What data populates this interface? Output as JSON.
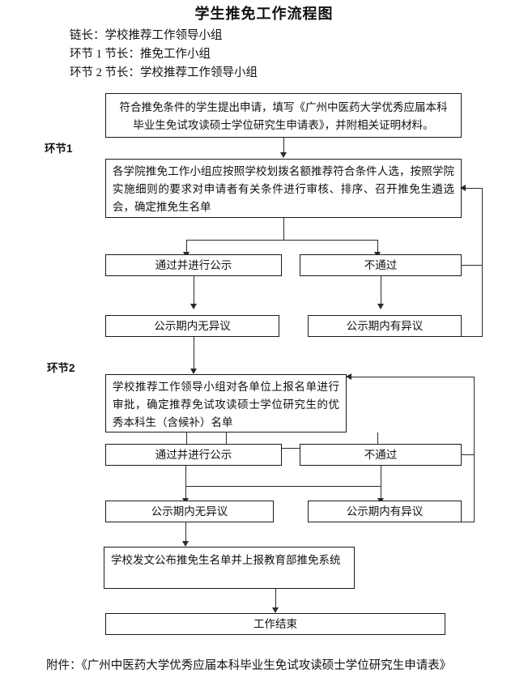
{
  "title": "学生推免工作流程图",
  "header": {
    "lines": [
      "链长：学校推荐工作领导小组",
      "环节 1 节长：推免工作小组",
      "环节 2 节长：学校推荐工作领导小组"
    ]
  },
  "stages": {
    "stage1_label": "环节1",
    "stage2_label": "环节2"
  },
  "boxes": {
    "apply": "符合推免条件的学生提出申请，填写《广州中医药大学优秀应届本科毕业生免试攻读硕士学位研究生申请表》，并附相关证明材料。",
    "college_review": "各学院推免工作小组应按照学校划拨名额推荐符合条件人选，按照学院实施细则的要求对申请者有关条件进行审核、排序、召开推免生遴选会，确定推免生名单",
    "pass1": "通过并进行公示",
    "fail1": "不通过",
    "no_objection1": "公示期内无异议",
    "objection1": "公示期内有异议",
    "school_approve": "学校推荐工作领导小组对各单位上报名单进行审批，确定推荐免试攻读硕士学位研究生的优秀本科生（含候补）名单",
    "pass2": "通过并进行公示",
    "fail2": "不通过",
    "no_objection2": "公示期内无异议",
    "objection2": "公示期内有异议",
    "publish": "学校发文公布推免生名单并上报教育部推免系统",
    "end": "工作结束"
  },
  "footer": {
    "text": "附件：《广州中医药大学优秀应届本科毕业生免试攻读硕士学位研究生申请表》"
  },
  "colors": {
    "line": "#2b2b2b",
    "border": "#1a1a1a",
    "text": "#111111",
    "background": "#ffffff"
  }
}
